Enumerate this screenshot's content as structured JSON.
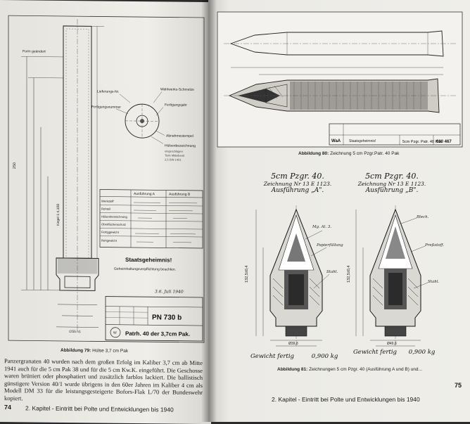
{
  "left_page": {
    "drawing": {
      "title_block": {
        "part_number": "PN 730 b",
        "designation": "Patrh. 40 der 3,7cm Pak.",
        "date": "3.6. Juli 1940"
      },
      "secret_stamp": {
        "title": "Staatsgeheimnis!",
        "subtitle": "Geheimhaltungsverpflichtung beachten."
      },
      "callouts": [
        "Lieferungs-Nr.",
        "Wahlwerks-Schmelze",
        "Fertigungsjahr",
        "Fertigungsnummer",
        "Abnahmestempel",
        "Hülsenbezeichnung"
      ],
      "table_headers": [
        "Ausführung A",
        "Ausführung B"
      ],
      "table_rows": [
        "Werkstoff",
        "Rohteil",
        "Hülsenbezeichnung",
        "Oberflächenschutz",
        "Fertiggewicht",
        "Rohgewicht"
      ],
      "dimension_labels": [
        "Form geändert",
        "Kegel 1:4,108",
        "250",
        "∅55 h1"
      ]
    },
    "caption": {
      "label": "Abbildung 79:",
      "text": "Hülse 3,7 cm Pak"
    },
    "body_text": "Panzergranaten 40 wurden nach dem großen Erfolg im Kaliber 3,7 cm ab Mitte 1941 auch für die 5 cm Pak 38 und für die 5 cm Kw.K. eingeführt. Die Geschosse waren brüniert oder phosphatiert und zusätzlich farblos lackiert. Die ballistisch günstigere Version 40/1 wurde übrigens in den 60er Jahren im Kaliber 4 cm als Modell DM 33 für die leistungsgesteigerte Bofors-Flak L/70 der Bundeswehr kopiert.",
    "page_number": "74",
    "footer": "2. Kapitel - Eintritt bei Polte und Entwicklungen bis 1940"
  },
  "right_page": {
    "drawing_top": {
      "title_block": "5cm Pzgr. Patr. 40 Pak",
      "part_number": "010 467",
      "labels": [
        "Staatsgeheimnis!",
        "WaA"
      ]
    },
    "caption_top": {
      "label": "Abbildung 80:",
      "text": "Zeichnung 5 cm Pzgr.Patr. 40  Pak"
    },
    "drawing_a": {
      "title": "5cm Pzgr. 40.",
      "drawing_no": "Zeichnung Nr 13 E 1123.",
      "variant": "Ausführung „A\".",
      "labels": [
        "Papierfüllung",
        "Stahl.",
        "Mg. Al. 3."
      ],
      "weight_label": "Gewicht fertig",
      "weight_value": "0,900 kg"
    },
    "drawing_b": {
      "title": "5cm Pzgr. 40.",
      "drawing_no": "Zeichnung Nr 13 E 1123.",
      "variant": "Ausführung „B\".",
      "labels": [
        "Blech.",
        "Preßstoff.",
        "Stahl."
      ],
      "weight_label": "Gewicht fertig",
      "weight_value": "0,900 kg"
    },
    "caption_bottom": {
      "label": "Abbildung 81:",
      "text": "Zeichnungen 5 cm Pzgr. 40 (Ausführung A und B) und..."
    },
    "page_number": "75",
    "footer": "2. Kapitel - Eintritt bei Polte und Entwicklungen bis 1940"
  }
}
